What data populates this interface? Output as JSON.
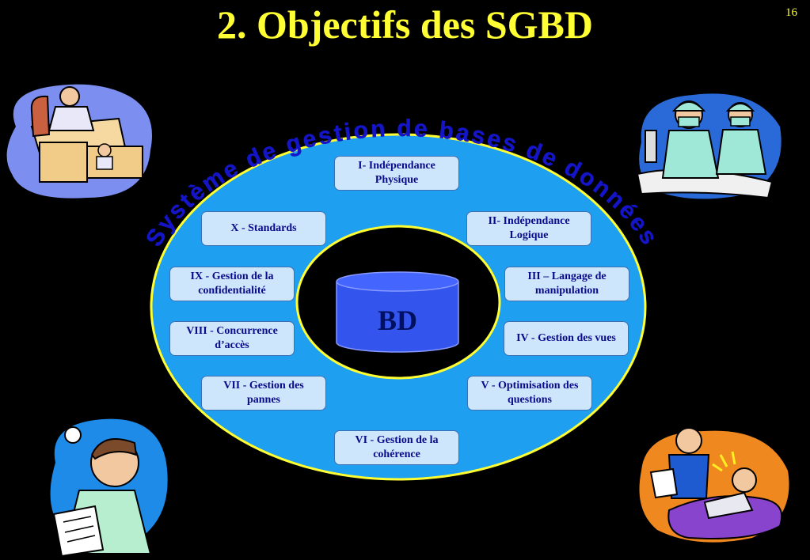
{
  "title": "2. Objectifs des SGBD",
  "page_number": "16",
  "arc_label": "Système de gestion de bases de données",
  "center_label": "BD",
  "objectives": [
    "I- Indépendance Physique",
    "II- Indépendance Logique",
    "III – Langage de manipulation",
    "IV - Gestion des vues",
    "V - Optimisation des questions",
    "VI - Gestion de la cohérence",
    "VII - Gestion des pannes",
    "VIII - Concurrence d’accès",
    "IX - Gestion de la confidentialité",
    "X - Standards"
  ],
  "colors": {
    "title": "#ffff33",
    "outer_ring": "#1e9fef",
    "ring_border": "#ffff33",
    "inner_core": "#000000",
    "cylinder": "#3355ee",
    "box_fill": "#cde6fb",
    "arc_text": "#1515c8"
  },
  "clipart": [
    "executive-desk-clipart",
    "surgeons-clipart",
    "doctor-clipart",
    "psychiatrist-clipart"
  ]
}
